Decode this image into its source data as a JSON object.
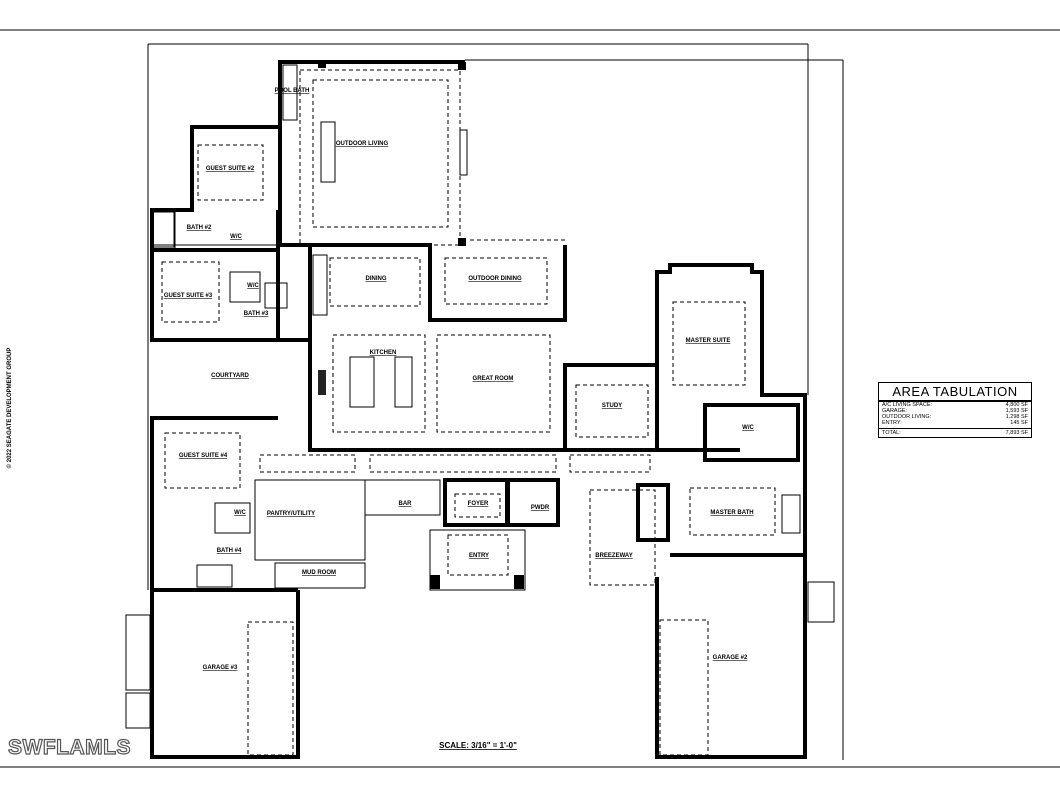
{
  "plan": {
    "rooms": {
      "pool_bath": "POOL BATH",
      "outdoor_living": "OUTDOOR LIVING",
      "guest_suite_2": "GUEST SUITE #2",
      "bath_2": "BATH #2",
      "wc_2": "W/C",
      "guest_suite_3": "GUEST SUITE #3",
      "wc_3": "W/C",
      "bath_3": "BATH #3",
      "dining": "DINING",
      "outdoor_dining": "OUTDOOR DINING",
      "kitchen": "KITCHEN",
      "great_room": "GREAT ROOM",
      "courtyard": "COURTYARD",
      "study": "STUDY",
      "master_suite": "MASTER SUITE",
      "wic": "W/C",
      "guest_suite_4": "GUEST SUITE #4",
      "wc_4": "W/C",
      "pantry_utility": "PANTRY/UTILITY",
      "bar": "BAR",
      "foyer": "FOYER",
      "powder": "PWDR",
      "bath_4": "BATH #4",
      "mud_room": "MUD ROOM",
      "entry": "ENTRY",
      "breezeway": "BREEZEWAY",
      "master_bath": "MASTER BATH",
      "garage_3": "GARAGE #3",
      "garage_2": "GARAGE #2"
    },
    "scale": "SCALE: 3/16\" = 1'-0\""
  },
  "area_tabulation": {
    "title": "AREA TABULATION",
    "rows": [
      {
        "label": "A/C LIVING SPACE:",
        "value": "4,800 SF"
      },
      {
        "label": "GARAGE:",
        "value": "1,593 SF"
      },
      {
        "label": "OUTDOOR LIVING:",
        "value": "1,298 SF"
      },
      {
        "label": "ENTRY:",
        "value": "145 SF"
      }
    ],
    "total": {
      "label": "TOTAL:",
      "value": "7,893 SF"
    }
  },
  "copyright": "© 2022 SEAGATE DEVELOPMENT GROUP",
  "watermark": "SWFLAMLS"
}
